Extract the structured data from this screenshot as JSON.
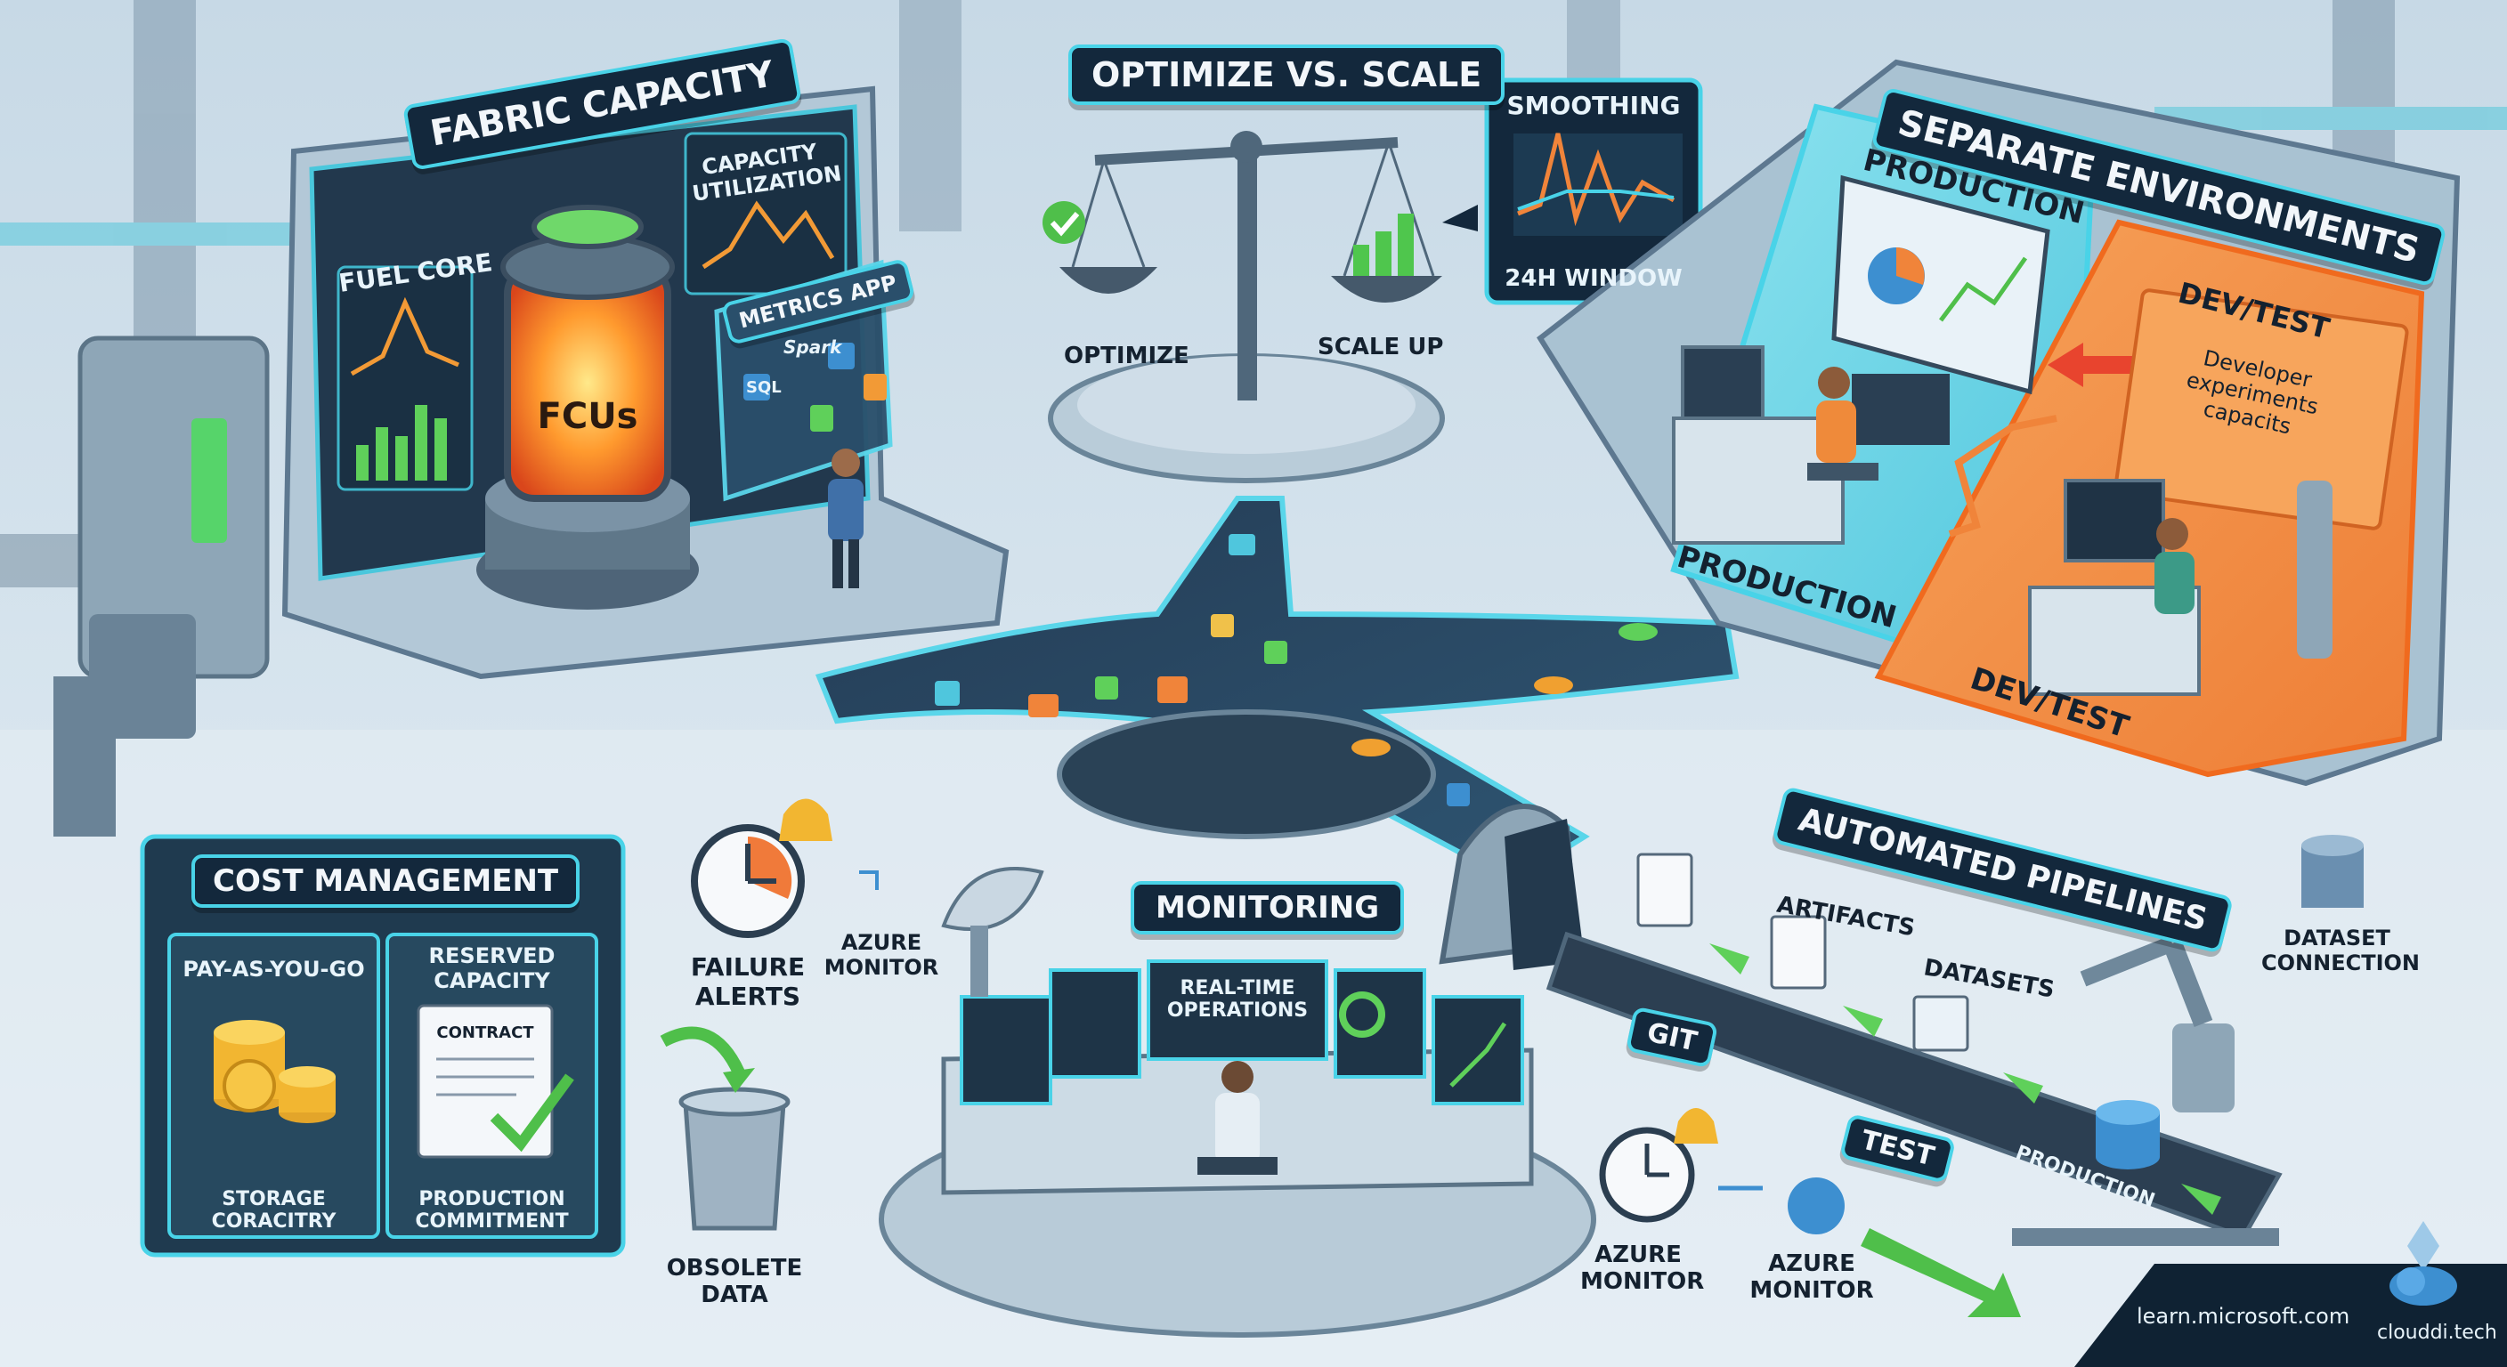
{
  "fabric": {
    "title": "Fabric Capacity",
    "fuel_core": "Fuel Core",
    "capacity_utilization": "Capacity Utilization",
    "fcus": "FCUs",
    "metrics_app": "Metrics App",
    "sql": "SQL",
    "spark": "Spark"
  },
  "optimize": {
    "title": "Optimize vs. Scale",
    "optimize_label": "Optimize",
    "scale_label": "Scale Up",
    "smoothing": "Smoothing",
    "window": "24h Window"
  },
  "environments": {
    "title": "Separate Environments",
    "production_header": "Production",
    "production_floor": "Production",
    "devtest_header": "Dev/Test",
    "devtest_floor": "Dev/Test",
    "dev_note": "Developer experiments capacits"
  },
  "cost": {
    "title": "Cost Management",
    "payg": "Pay-as-you-go",
    "reserved": "Reserved Capacity",
    "contract": "CONTRACT",
    "storage": "Storage Coracitry",
    "commitment": "Production Commitment"
  },
  "alerts": {
    "failure": "Failure Alerts",
    "azure_monitor": "Azure Monitor",
    "obsolete": "Obsolete Data"
  },
  "monitoring": {
    "title": "Monitoring",
    "realtime": "Real-Time Operations"
  },
  "pipelines": {
    "title": "Automated Pipelines",
    "artifacts": "Artifacts",
    "datasets": "Datasets",
    "dataset_connection": "Dataset Connection",
    "git": "GIT",
    "test": "TEST",
    "production": "Production",
    "azure_monitor_1": "Azure Monitor",
    "azure_monitor_2": "Azure Monitor"
  },
  "footer": {
    "source": "learn.microsoft.com",
    "brand": "clouddi.tech"
  },
  "colors": {
    "background": "#dfe9f0",
    "accent_teal": "#49d3e8",
    "dark_panel": "#13283c",
    "orange": "#f08a3a",
    "green": "#4fbf4a"
  }
}
